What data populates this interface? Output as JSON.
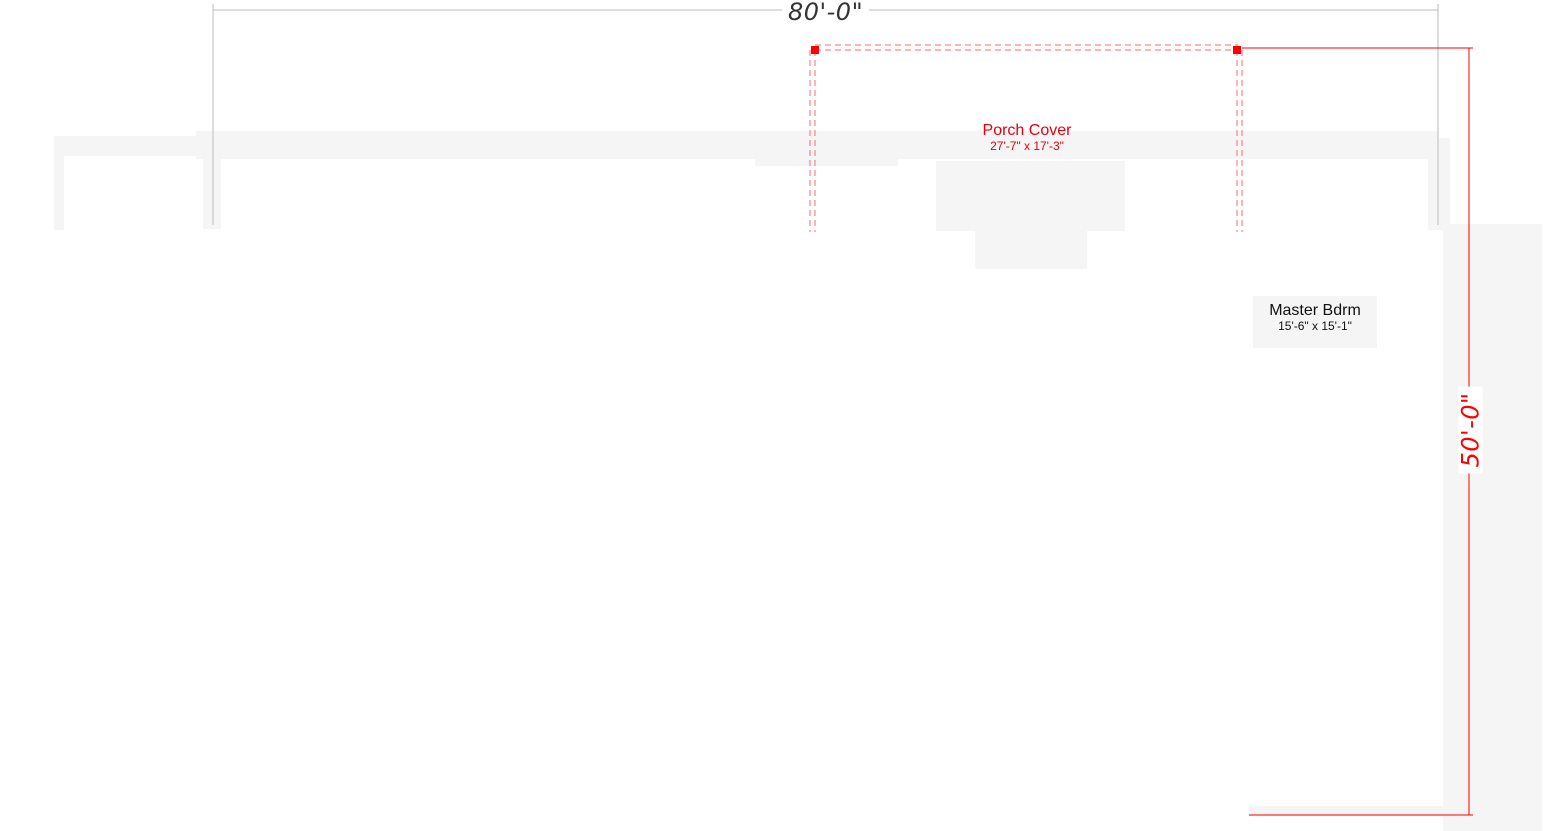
{
  "dimensions": {
    "overall_width": "80'-0\"",
    "overall_depth": "50'-0\""
  },
  "rooms": [
    {
      "name": "Porch Cover",
      "size": "27'-7\" x 17'-3\""
    },
    {
      "name": "Master Bdrm",
      "size": "15'-6\" x 15'-1\""
    }
  ],
  "colors": {
    "highlight": "#ff0000",
    "porch_label": "#e4000f",
    "dimension_line": "#bbbbbb",
    "wall_fill": "#f6f5f5"
  }
}
